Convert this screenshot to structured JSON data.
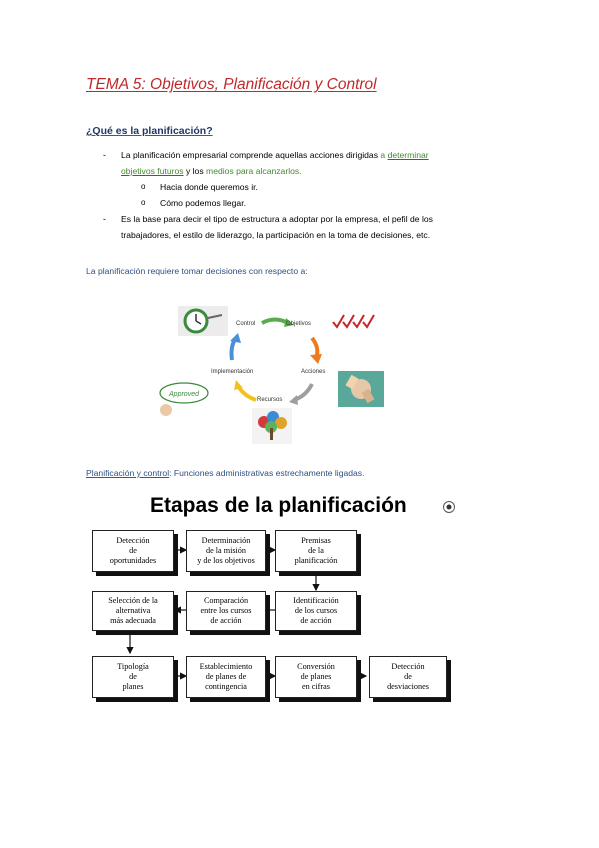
{
  "title": "TEMA 5: Objetivos, Planificación y Control",
  "section_heading": "¿Qué es la planificación?",
  "intro": {
    "p1_part1": "La planificación empresarial comprende aquellas acciones dirigidas ",
    "p1_link1a": "a ",
    "p1_link1b": "determinar",
    "p1_link1c": "objetivos futuros",
    "p1_part2": " y los ",
    "p1_link2": "medios para alcanzarlos.",
    "bullets": [
      "Hacia donde queremos ir.",
      "Cómo podemos llegar."
    ],
    "p2_line1": "Es la base para decir el tipo de estructura a adoptar por la empresa, el pefil de los",
    "p2_line2": "trabajadores, el estilo de liderazgo, la participación en la toma de decisiones, etc."
  },
  "decision_text": "La planificación requiere tomar decisiones con respecto a:",
  "cycle": {
    "labels": [
      "Control",
      "Objetivos",
      "Acciones",
      "Recursos",
      "Implementación"
    ],
    "badge": "Approved"
  },
  "control_line": {
    "part1": "Planificación y control",
    "part2": ": Funciones administrativas estrechamente ligadas."
  },
  "diagram": {
    "heading": "Etapas de la planificación",
    "boxes": [
      "Detección\nde\noportunidades",
      "Determinación\nde la misión\ny de los objetivos",
      "Premisas\nde la\nplanificación",
      "Identificación\nde los cursos\nde acción",
      "Comparación\nentre los cursos\nde acción",
      "Selección de la\nalternativa\nmás adecuada",
      "Tipología\nde\nplanes",
      "Establecimiento\nde planes de\ncontingencia",
      "Conversión\nde planes\nen cifras",
      "Detección\nde\ndesviaciones"
    ]
  },
  "colors": {
    "title": "#c0282a",
    "heading": "#1f3864",
    "link_green": "#3f8b2e",
    "blue_text": "#2e4f7f"
  }
}
